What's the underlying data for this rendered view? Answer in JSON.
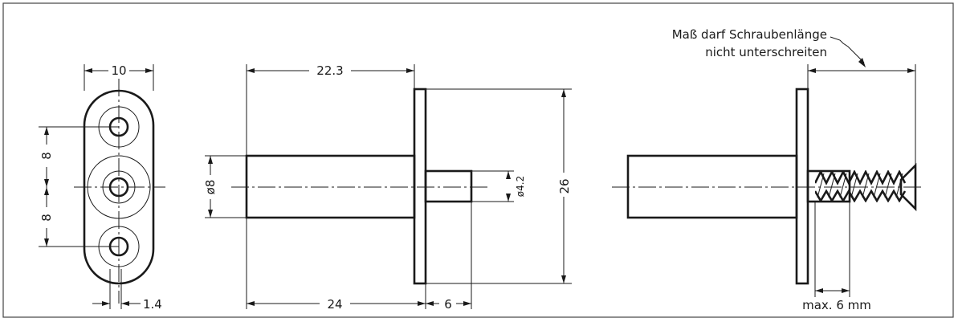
{
  "dimensions": {
    "width_flange": "10",
    "hole_spacing_top": "8",
    "hole_spacing_bottom": "8",
    "offset": "1.4",
    "pin_length_visible": "22.3",
    "pin_diameter": "ø8",
    "bore_diameter": "ø4.2",
    "flange_height": "26",
    "pin_length_total": "24",
    "flange_depth": "6",
    "screw_min": "max. 6 mm"
  },
  "note": {
    "line1": "Maß darf Schraubenlänge",
    "line2": "nicht unterschreiten"
  },
  "colors": {
    "ink": "#1a1a1a",
    "background": "#ffffff",
    "frame": "#444444"
  }
}
